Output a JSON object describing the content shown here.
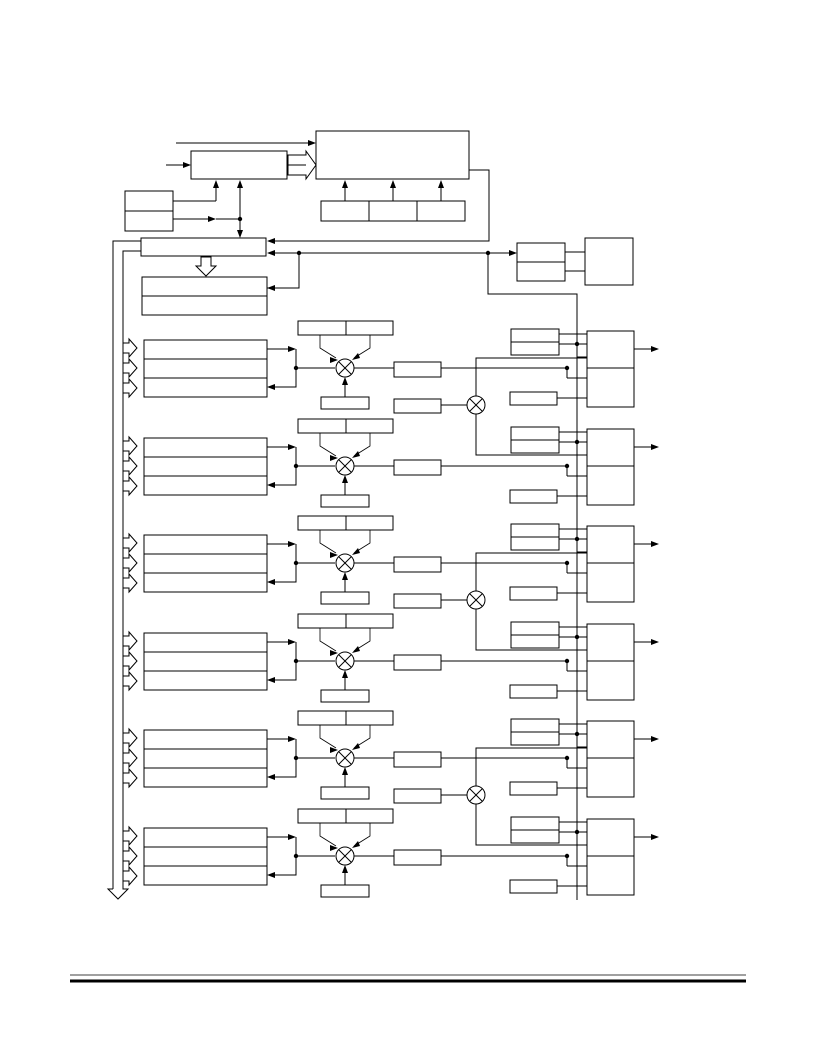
{
  "figure": {
    "kind": "block-diagram",
    "labels_printed": false,
    "pwm_channels": 6,
    "channel_pairs": 3
  },
  "colors": {
    "line": "#000000",
    "background": "#ffffff"
  }
}
